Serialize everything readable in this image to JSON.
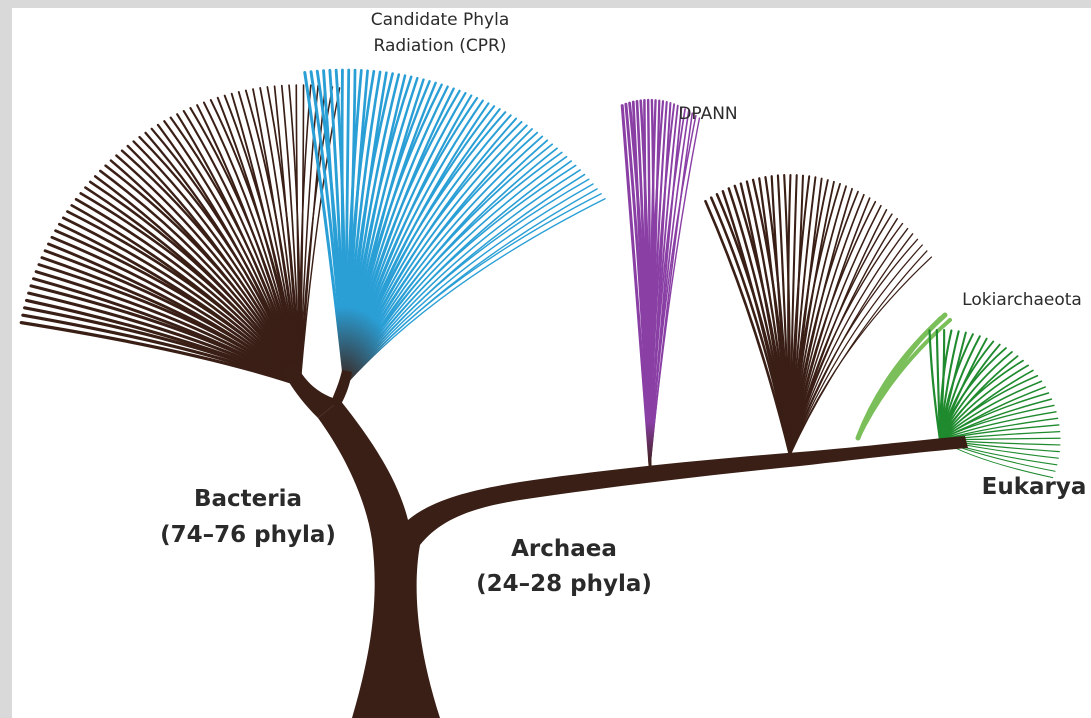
{
  "labels": {
    "cpr_line1": "Candidate Phyla",
    "cpr_line2": "Radiation (CPR)",
    "dpann": "DPANN",
    "lokiarchaeota": "Lokiarchaeota",
    "bacteria_line1": "Bacteria",
    "bacteria_line2": "(74–76 phyla)",
    "archaea_line1": "Archaea",
    "archaea_line2": "(24–28 phyla)",
    "eukarya": "Eukarya"
  },
  "colors": {
    "trunk": "#3a1f16",
    "cpr": "#2a9fd6",
    "dpann": "#8a3fa5",
    "lokiarchaeota": "#7bbf5a",
    "eukarya": "#1f8a2e",
    "background": "#ffffff",
    "frame": "#d9d9d9"
  }
}
